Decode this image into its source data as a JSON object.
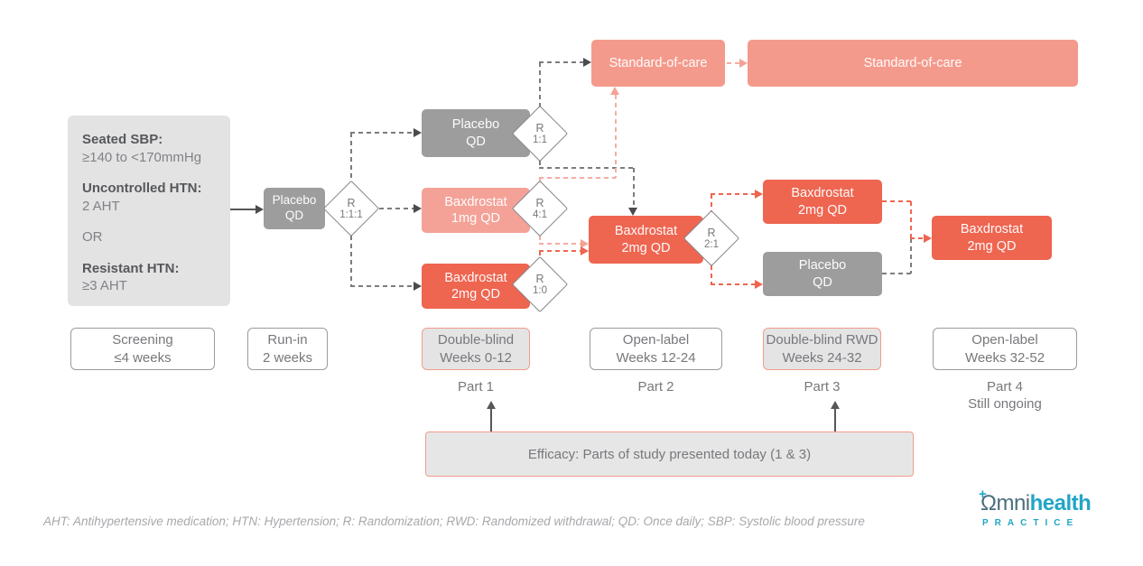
{
  "eligibility": {
    "criteria": [
      {
        "heading": "Seated SBP:",
        "detail": "≥140 to <170mmHg"
      },
      {
        "heading": "Uncontrolled HTN:",
        "detail": "2 AHT"
      },
      {
        "heading": "",
        "detail": "OR"
      },
      {
        "heading": "Resistant HTN:",
        "detail": "≥3 AHT"
      }
    ]
  },
  "nodes": {
    "placebo_runin": "Placebo\nQD",
    "placebo_db": "Placebo\nQD",
    "bax_1mg_db": "Baxdrostat\n1mg QD",
    "bax_2mg_db": "Baxdrostat\n2mg QD",
    "soc_1": "Standard-of-care",
    "soc_2": "Standard-of-care",
    "bax_2mg_openlabel": "Baxdrostat\n2mg QD",
    "bax_2mg_rwd": "Baxdrostat\n2mg QD",
    "placebo_rwd": "Placebo\nQD",
    "bax_2mg_final": "Baxdrostat\n2mg QD"
  },
  "randomizations": {
    "r_111": {
      "label": "R",
      "ratio": "1:1:1"
    },
    "r_11": {
      "label": "R",
      "ratio": "1:1"
    },
    "r_41": {
      "label": "R",
      "ratio": "4:1"
    },
    "r_10": {
      "label": "R",
      "ratio": "1:0"
    },
    "r_21": {
      "label": "R",
      "ratio": "2:1"
    }
  },
  "timeline": {
    "screening": "Screening\n≤4 weeks",
    "runin": "Run-in\n2 weeks",
    "double_blind": "Double-blind\nWeeks 0-12",
    "open_label_1": "Open-label\nWeeks 12-24",
    "double_blind_rwd": "Double-blind RWD\nWeeks 24-32",
    "open_label_2": "Open-label\nWeeks 32-52"
  },
  "parts": {
    "p1": "Part 1",
    "p2": "Part 2",
    "p3": "Part 3",
    "p4": "Part 4\nStill ongoing"
  },
  "efficacy_label": "Efficacy: Parts of study presented today (1 & 3)",
  "footnote": "AHT: Antihypertensive medication; HTN: Hypertension; R: Randomization; RWD: Randomized withdrawal; QD: Once daily; SBP: Systolic blood pressure",
  "logo": {
    "plus": "+",
    "symbol": "Ω",
    "name_rest": "mni",
    "name_bold": "health",
    "tagline": "PRACTICE"
  },
  "colors": {
    "red": "#ee6550",
    "salmon": "#f49a8c",
    "gray_box": "#9d9d9e",
    "highlight_border": "#f29c8b",
    "teal": "#21a5c6",
    "slate": "#4b6e7d"
  }
}
